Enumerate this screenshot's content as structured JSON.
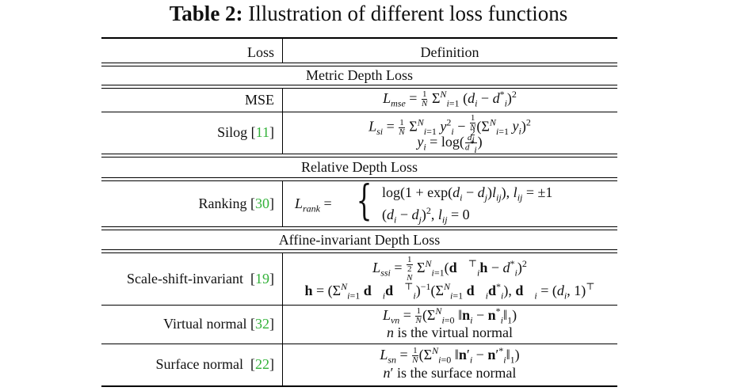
{
  "caption": {
    "label": "Table 2:",
    "text": "Illustration of different loss functions"
  },
  "header": {
    "col_loss": "Loss",
    "col_def": "Definition"
  },
  "sections": {
    "metric": "Metric Depth Loss",
    "relative": "Relative Depth Loss",
    "affine": "Affine-invariant Depth Loss"
  },
  "rows": {
    "mse": {
      "name": "MSE"
    },
    "silog": {
      "name": "Silog",
      "cite": "11"
    },
    "ranking": {
      "name": "Ranking",
      "cite": "30"
    },
    "ssi": {
      "name": "Scale-shift-invariant",
      "cite": "19"
    },
    "vn": {
      "name": "Virtual normal",
      "cite": "32",
      "note": "is the virtual normal"
    },
    "sn": {
      "name": "Surface normal",
      "cite": "22",
      "note": "is the surface normal"
    }
  }
}
